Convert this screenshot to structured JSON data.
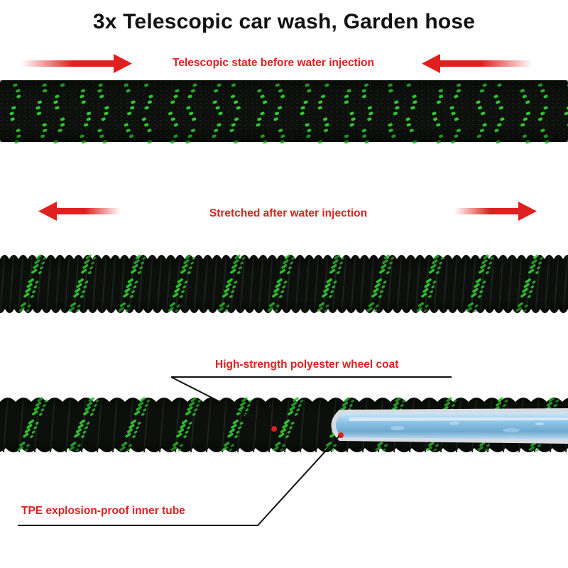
{
  "title": "3x Telescopic car wash, Garden hose",
  "labels": {
    "before": "Telescopic state before water injection",
    "after": "Stretched after water injection",
    "coat": "High-strength polyester wheel coat",
    "tube": "TPE explosion-proof inner tube"
  },
  "colors": {
    "label_red": "#e02020",
    "hose_black": "#0c0f0c",
    "hose_green": "#2fcc2f",
    "tube_blue": "#8fc4e6",
    "tube_rim": "#cfd6dd",
    "leader_line": "#111111"
  },
  "icons": [
    "arrow-right-icon",
    "arrow-left-icon"
  ]
}
